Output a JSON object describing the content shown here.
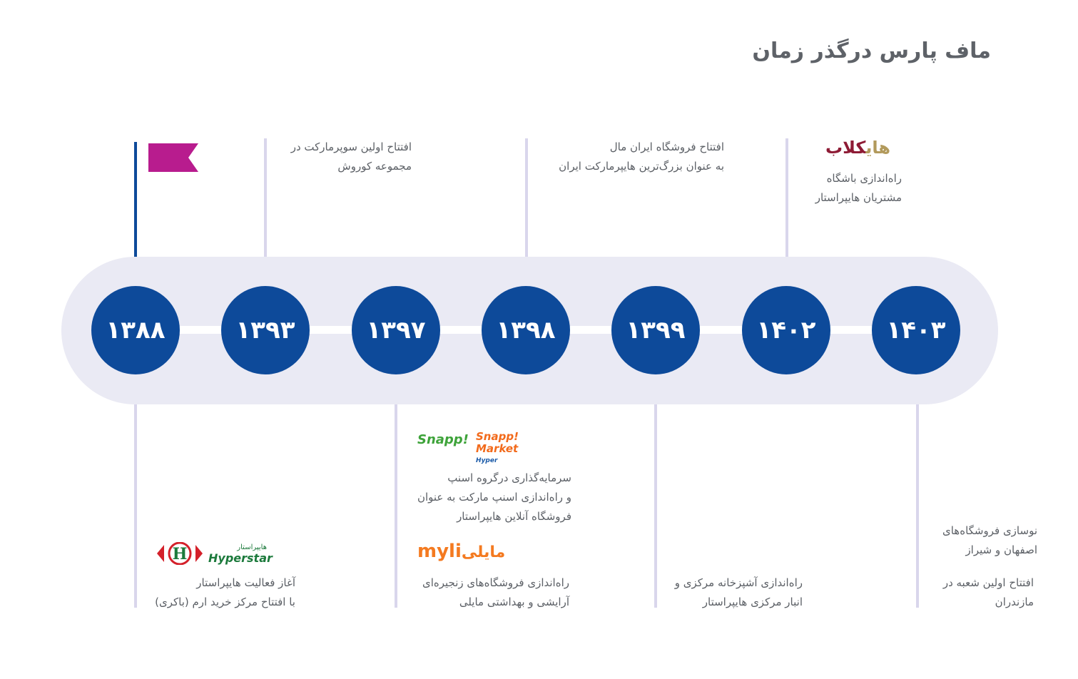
{
  "title": "ماف پارس درگذر زمان",
  "colors": {
    "primary": "#0d4a9a",
    "band": "#eaeaf4",
    "connector": "#d9d6ec",
    "flag": "#b81c8e"
  },
  "years": [
    "۱۳۸۸",
    "۱۳۹۳",
    "۱۳۹۷",
    "۱۳۹۸",
    "۱۳۹۹",
    "۱۴۰۲",
    "۱۴۰۳"
  ],
  "milestones": {
    "y1393": {
      "line1": "افتتاح اولین سوپرمارکت در",
      "line2": "مجموعه کوروش"
    },
    "y1398": {
      "line1": "افتتاح فروشگاه ایران مال",
      "line2": "به عنوان بزرگ‌ترین هایپرمارکت ایران"
    },
    "y1402": {
      "line1": "راه‌اندازی باشگاه",
      "line2": "مشتریان هایپراستار"
    },
    "y1388": {
      "line1": "آغاز فعالیت هایپراستار",
      "line2": "با افتتاح مرکز خرید ارم (باکری)"
    },
    "y1397a": {
      "line1": "سرمایه‌گذاری درگروه اسنپ",
      "line2": "و راه‌اندازی اسنپ مارکت به عنوان",
      "line3": "فروشگاه آنلاین هایپراستار"
    },
    "y1397b": {
      "line1": "راه‌اندازی فروشگاه‌های زنجیره‌ای",
      "line2": "آرایشی و بهداشتی مایلی"
    },
    "y1399": {
      "line1": "راه‌اندازی آشپزخانه مرکزی و",
      "line2": "انبار مرکزی هایپراستار"
    },
    "y1403a": {
      "line1": "نوسازی فروشگاه‌های",
      "line2": "اصفهان و شیراز"
    },
    "y1403b": {
      "line1": "افتتاح اولین شعبه در",
      "line2": "مازندران"
    }
  },
  "logos": {
    "hyperstar_fa": "هایپراستار",
    "hyperstar_en": "Hyperstar",
    "snapp": "Snapp!",
    "snapp_market_1": "Snapp!",
    "snapp_market_2": "Market",
    "snapp_market_3": "Hyper",
    "myli_en": "myli",
    "myli_fa": "مایلی",
    "hiclub_hi": "های",
    "hiclub_club": "کلاب"
  }
}
